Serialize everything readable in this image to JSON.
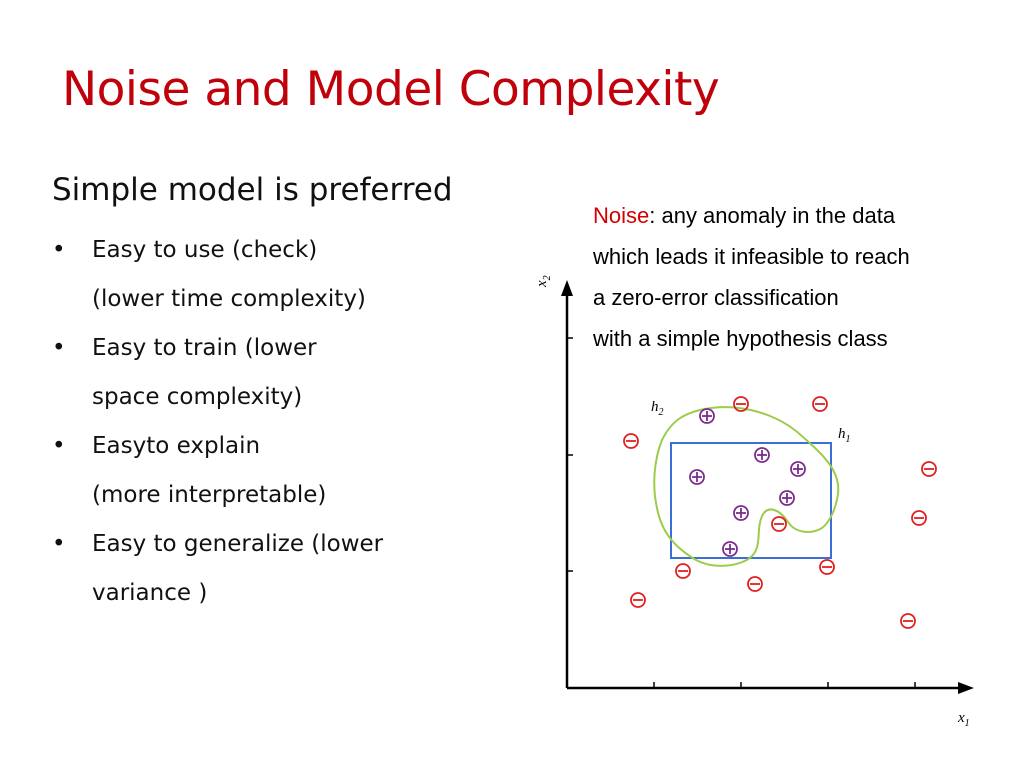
{
  "slide": {
    "title": "Noise and Model Complexity",
    "heading": "Simple model is preferred",
    "bullets": [
      {
        "marker": "•",
        "line1": "Easy to use  (check)",
        "line2": "(lower time complexity)"
      },
      {
        "marker": "•",
        "line1": "Easy to train (lower",
        "line2": "space complexity)"
      },
      {
        "marker": "•",
        "line1": "Easyto explain",
        "line2": "(more interpretable)"
      },
      {
        "marker": "•",
        "line1": "Easy to generalize (lower",
        "line2": "variance )"
      }
    ],
    "noise": {
      "term": "Noise",
      "def_line1": ": any anomaly in the data",
      "line2": "which leads it infeasible to reach",
      "line3": "a zero-error classification",
      "line4": "with a simple hypothesis class"
    }
  },
  "figure": {
    "x_axis_label": "x",
    "x_axis_sub": "1",
    "y_axis_label": "x",
    "y_axis_sub": "2",
    "h1_label": "h",
    "h1_sub": "1",
    "h2_label": "h",
    "h2_sub": "2",
    "colors": {
      "positive": "#7b2d8e",
      "negative": "#e02020",
      "h1": "#3a6fd8",
      "h2": "#9ccc4a",
      "title": "#c0000a",
      "noise_term": "#d40000"
    },
    "icons": {
      "positive": "circle-plus-icon",
      "negative": "circle-minus-icon"
    }
  }
}
